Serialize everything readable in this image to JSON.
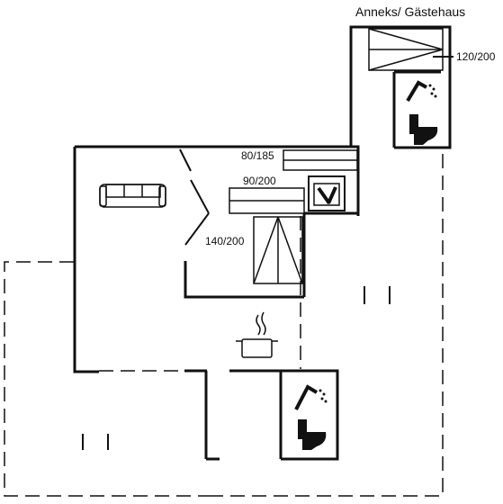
{
  "plan": {
    "annex_title": "Anneks/ Gästehaus",
    "beds": {
      "annex_bed": "120/200",
      "bed_1": "80/185",
      "bed_2": "90/200",
      "bed_3": "140/200"
    }
  },
  "icons": {
    "sofa": "sofa-icon",
    "stove": "stove-pot-icon",
    "shower": "shower-icon",
    "toilet": "toilet-icon",
    "washer": "washing-machine-icon"
  },
  "colors": {
    "wall": "#111111",
    "background": "#ffffff"
  }
}
